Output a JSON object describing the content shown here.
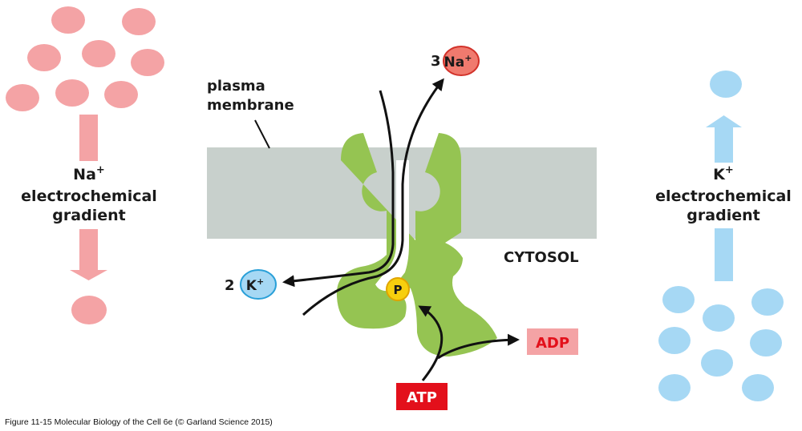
{
  "figure": {
    "caption": "Figure 11-15  Molecular Biology of the Cell 6e (© Garland Science 2015)"
  },
  "labels": {
    "plasma_membrane_line1": "plasma",
    "plasma_membrane_line2": "membrane",
    "cytosol": "CYTOSOL"
  },
  "na_gradient": {
    "ion": "Na",
    "charge": "+",
    "line2": "electrochemical",
    "line3": "gradient",
    "direction": "down"
  },
  "k_gradient": {
    "ion": "K",
    "charge": "+",
    "line2": "electrochemical",
    "line3": "gradient",
    "direction": "up"
  },
  "sodium_out": {
    "count": "3",
    "ion": "Na",
    "charge": "+"
  },
  "potassium_in": {
    "count": "2",
    "ion": "K",
    "charge": "+"
  },
  "phosphate": {
    "label": "P"
  },
  "atp": {
    "label": "ATP"
  },
  "adp": {
    "label": "ADP"
  },
  "colors": {
    "na": "#f4a3a5",
    "k": "#a6d8f4",
    "membrane": "#c8d0cc",
    "pump": "#95c452",
    "phosphate": "#f7cf0e",
    "atp": "#e3101b",
    "adp_bg": "#f4a3a5",
    "adp_text": "#e3101b"
  }
}
